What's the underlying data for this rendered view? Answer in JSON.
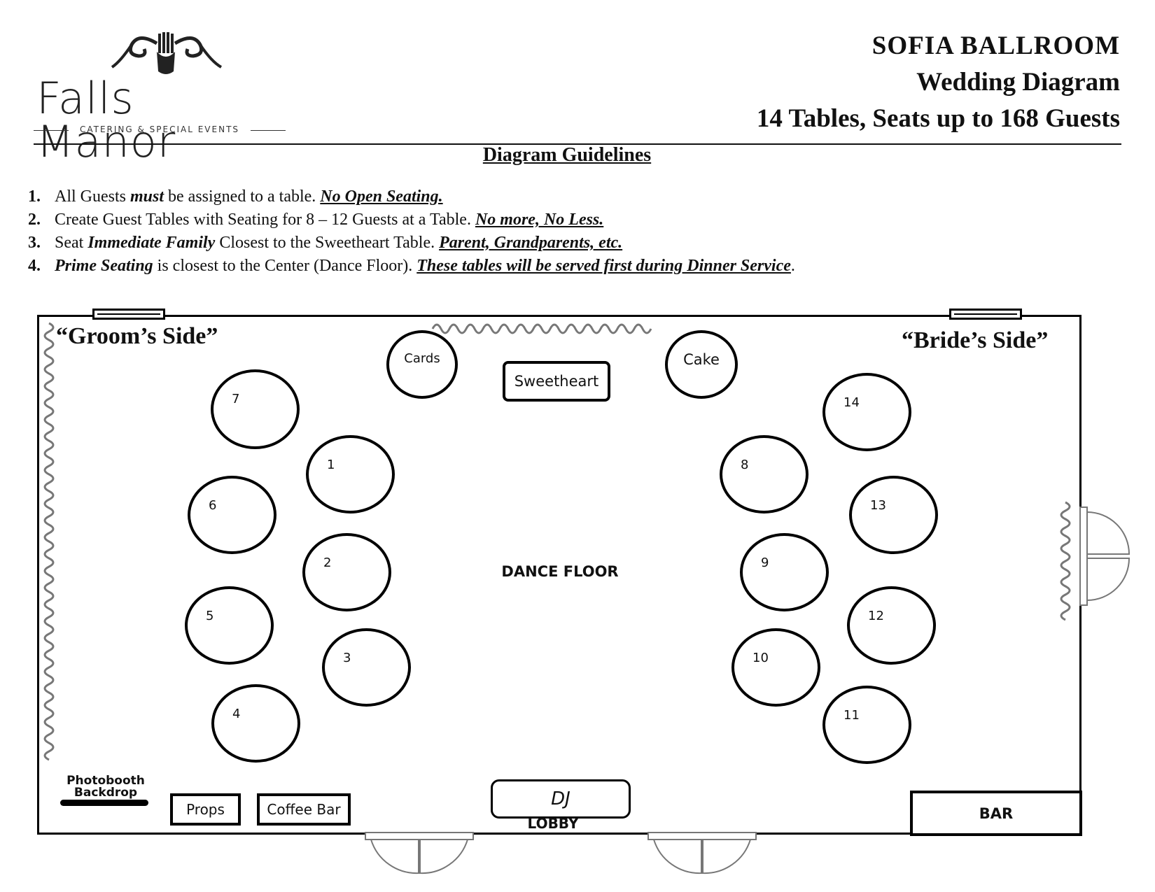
{
  "logo": {
    "name": "Falls Manor",
    "tagline": "CATERING & SPECIAL EVENTS"
  },
  "header": {
    "line1": "SOFIA BALLROOM",
    "line2": "Wedding Diagram",
    "line3": "14 Tables, Seats up to 168 Guests"
  },
  "guidelines": {
    "title": "Diagram Guidelines",
    "items": [
      {
        "num": "1.",
        "a": "All Guests ",
        "b": "must",
        "c": " be assigned to a table. ",
        "d": "No Open Seating."
      },
      {
        "num": "2.",
        "a": "Create Guest Tables with Seating for 8 – 12 Guests at a Table. ",
        "b": "",
        "c": "",
        "d": "No more, No Less."
      },
      {
        "num": "3.",
        "a": "Seat ",
        "b": "Immediate Family",
        "c": " Closest to the Sweetheart Table. ",
        "d": "Parent, Grandparents, etc."
      },
      {
        "num": "4.",
        "a": "",
        "b": "Prime Seating",
        "c": " is closest to the Center (Dance Floor). ",
        "d": "These tables will be served first during Dinner Service",
        "e": "."
      }
    ]
  },
  "floor_plan": {
    "groom_side": "“Groom’s Side”",
    "bride_side": "“Bride’s Side”",
    "dance_floor": "DANCE FLOOR",
    "sweetheart": "Sweetheart",
    "cards": "Cards",
    "cake": "Cake",
    "dj": "DJ",
    "photobooth_line1": "Photobooth",
    "photobooth_line2": "Backdrop",
    "props": "Props",
    "coffee_bar": "Coffee Bar",
    "bar": "BAR",
    "lobby": "LOBBY",
    "tables": [
      "7",
      "1",
      "6",
      "2",
      "5",
      "3",
      "4",
      "14",
      "8",
      "13",
      "9",
      "12",
      "10",
      "11"
    ]
  }
}
